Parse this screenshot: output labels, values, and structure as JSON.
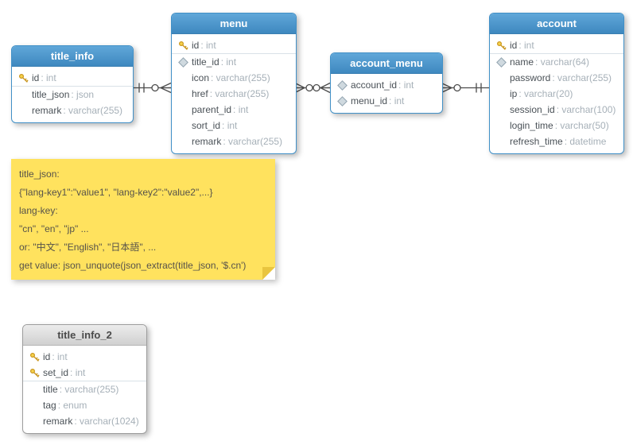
{
  "colors": {
    "header_blue": "#4190c7",
    "header_gray": "#d9d9d9",
    "note_bg": "#ffe25e",
    "key_icon": "#c9951c",
    "field_name": "#4a5157",
    "field_type": "#a6b0b8",
    "connector": "#4c4c4c"
  },
  "tables": {
    "title_info": {
      "title": "title_info",
      "fields": [
        {
          "icon": "key",
          "name": "id",
          "type": ": int"
        },
        {
          "icon": "none",
          "name": "title_json",
          "type": ": json"
        },
        {
          "icon": "none",
          "name": "remark",
          "type": ": varchar(255)"
        }
      ]
    },
    "menu": {
      "title": "menu",
      "fields": [
        {
          "icon": "key",
          "name": "id",
          "type": ": int"
        },
        {
          "icon": "diamond",
          "name": "title_id",
          "type": ": int"
        },
        {
          "icon": "none",
          "name": "icon",
          "type": ": varchar(255)"
        },
        {
          "icon": "none",
          "name": "href",
          "type": ": varchar(255)"
        },
        {
          "icon": "none",
          "name": "parent_id",
          "type": ": int"
        },
        {
          "icon": "none",
          "name": "sort_id",
          "type": ": int"
        },
        {
          "icon": "none",
          "name": "remark",
          "type": ": varchar(255)"
        }
      ]
    },
    "account_menu": {
      "title": "account_menu",
      "fields": [
        {
          "icon": "diamond",
          "name": "account_id",
          "type": ": int"
        },
        {
          "icon": "diamond",
          "name": "menu_id",
          "type": ": int"
        }
      ]
    },
    "account": {
      "title": "account",
      "fields": [
        {
          "icon": "key",
          "name": "id",
          "type": ": int"
        },
        {
          "icon": "diamond",
          "name": "name",
          "type": ": varchar(64)"
        },
        {
          "icon": "none",
          "name": "password",
          "type": ": varchar(255)"
        },
        {
          "icon": "none",
          "name": "ip",
          "type": ": varchar(20)"
        },
        {
          "icon": "none",
          "name": "session_id",
          "type": ": varchar(100)"
        },
        {
          "icon": "none",
          "name": "login_time",
          "type": ": varchar(50)"
        },
        {
          "icon": "none",
          "name": "refresh_time",
          "type": ": datetime"
        }
      ]
    },
    "title_info_2": {
      "title": "title_info_2",
      "fields": [
        {
          "icon": "key",
          "name": "id",
          "type": ": int"
        },
        {
          "icon": "key",
          "name": "set_id",
          "type": ": int"
        },
        {
          "icon": "none",
          "name": "title",
          "type": ": varchar(255)"
        },
        {
          "icon": "none",
          "name": "tag",
          "type": ": enum"
        },
        {
          "icon": "none",
          "name": "remark",
          "type": ": varchar(1024)"
        }
      ]
    }
  },
  "note": {
    "lines": [
      "title_json:",
      "{\"lang-key1\":\"value1\", \"lang-key2\":\"value2\",...}",
      "lang-key:",
      "\"cn\", \"en\", \"jp\" ...",
      "or: \"中文\", \"English\", \"日本語\", ...",
      "get value: json_unquote(json_extract(title_json, '$.cn')"
    ]
  },
  "relationships": [
    {
      "from": "title_info",
      "to": "menu",
      "from_cardinality": "one-and-only-one",
      "to_cardinality": "zero-or-many"
    },
    {
      "from": "menu",
      "to": "account_menu",
      "from_cardinality": "zero-or-many",
      "to_cardinality": "zero-or-many"
    },
    {
      "from": "account_menu",
      "to": "account",
      "from_cardinality": "zero-or-many",
      "to_cardinality": "one-and-only-one"
    }
  ]
}
